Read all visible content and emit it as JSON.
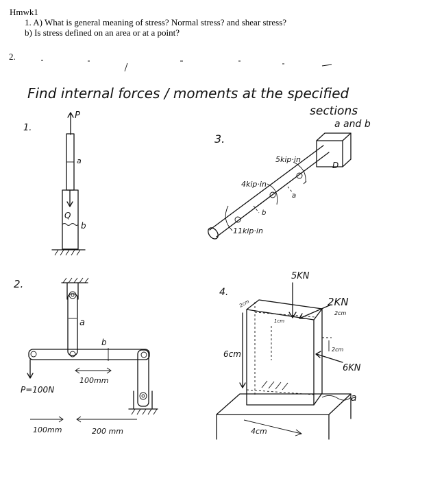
{
  "header": {
    "title": "Hmwk1",
    "q1a": "1.   A) What is general meaning of stress? Normal stress? and shear stress?",
    "q1b": "b)   Is stress defined on an area or at a point?",
    "q2num": "2."
  },
  "handwritten": {
    "heading": "Find internal forces / moments at the specified",
    "heading2": "sections",
    "heading3": "a and b",
    "p1": {
      "num": "1.",
      "force_p": "P",
      "label_a": "a",
      "force_q": "Q",
      "label_b": "b"
    },
    "p2": {
      "num": "2.",
      "label_a": "a",
      "label_b": "b",
      "dim_100": "100mm",
      "load": "P=100N",
      "dim_left": "100mm",
      "dim_right": "200 mm"
    },
    "p3": {
      "num": "3.",
      "torque1": "5kip·in",
      "torque2": "4kip·in",
      "torque3": "11kip·in",
      "label_a": "a",
      "label_b": "b",
      "label_d": "D"
    },
    "p4": {
      "num": "4.",
      "force_top": "5KN",
      "force_right": "2KN",
      "force_side": "6KN",
      "dim_2cm_top": "2cm",
      "dim_2cm_right": "2cm",
      "dim_2cm_side": "2cm",
      "dim_height": "6cm",
      "dim_width": "4cm",
      "label_a": "a",
      "small_label": "1cm"
    }
  }
}
